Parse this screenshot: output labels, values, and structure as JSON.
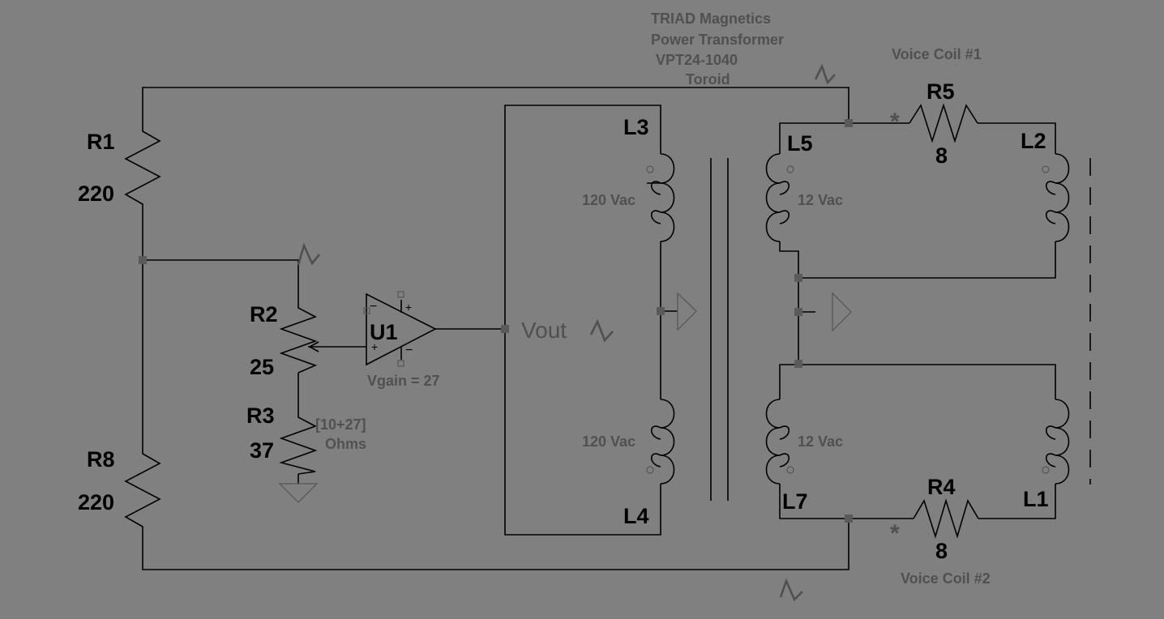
{
  "transformer": {
    "title_lines": [
      "TRIAD Magnetics",
      "Power Transformer",
      "VPT24-1040",
      "Toroid"
    ],
    "primary_voltage_top": "120 Vac",
    "primary_voltage_bottom": "120 Vac",
    "secondary_voltage_top": "12 Vac",
    "secondary_voltage_bottom": "12 Vac"
  },
  "components": {
    "R1": {
      "ref": "R1",
      "value": "220"
    },
    "R8": {
      "ref": "R8",
      "value": "220"
    },
    "R2": {
      "ref": "R2",
      "value": "25"
    },
    "R3": {
      "ref": "R3",
      "value": "37",
      "note_line1": "[10+27]",
      "note_line2": "Ohms"
    },
    "R5": {
      "ref": "R5",
      "value": "8"
    },
    "R4": {
      "ref": "R4",
      "value": "8"
    },
    "U1": {
      "ref": "U1",
      "note": "Vgain = 27"
    },
    "L1": {
      "ref": "L1"
    },
    "L2": {
      "ref": "L2"
    },
    "L3": {
      "ref": "L3"
    },
    "L4": {
      "ref": "L4"
    },
    "L5": {
      "ref": "L5"
    },
    "L7": {
      "ref": "L7"
    }
  },
  "labels": {
    "vout": "Vout",
    "voice_coil_1": "Voice Coil #1",
    "voice_coil_2": "Voice Coil #2",
    "dot_marker": "*"
  },
  "colors": {
    "background": "#808080",
    "wire": "#000000",
    "annotation": "#505050"
  }
}
